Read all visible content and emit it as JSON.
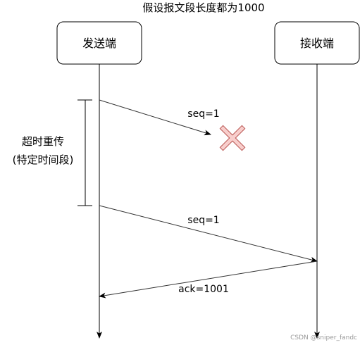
{
  "title": "假设报文段长度都为1000",
  "participants": {
    "sender": "发送端",
    "receiver": "接收端"
  },
  "timeout": {
    "line1": "超时重传",
    "line2": "(特定时间段)"
  },
  "messages": {
    "lost": "seq=1",
    "retransmit": "seq=1",
    "ack": "ack=1001"
  },
  "icons": {
    "loss_marker": "cross-icon"
  },
  "colors": {
    "loss_marker_fill": "#f8cecc",
    "loss_marker_stroke": "#b85450"
  },
  "watermark": "CSDN @sniper_fandc"
}
